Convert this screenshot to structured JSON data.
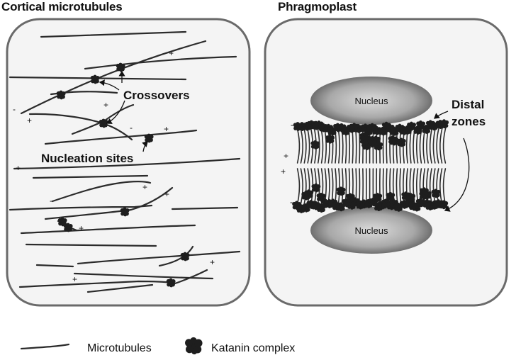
{
  "panels": {
    "left_title": "Cortical microtubules",
    "right_title": "Phragmoplast"
  },
  "labels": {
    "crossovers": "Crossovers",
    "nucleation_sites": "Nucleation sites",
    "nucleus_top": "Nucleus",
    "nucleus_bottom": "Nucleus",
    "distal_zones_line1": "Distal",
    "distal_zones_line2": "zones",
    "plus": "+",
    "minus": "-"
  },
  "legend": {
    "microtubules": "Microtubules",
    "katanin": "Katanin complex"
  },
  "colors": {
    "cell_border": "#6a6a6a",
    "cell_fill": "#f4f4f4",
    "microtubule": "#2b2b2b",
    "katanin": "#1e1e1e",
    "nucleus_dark": "#6f6f6f",
    "nucleus_light": "#d9d9d9"
  }
}
